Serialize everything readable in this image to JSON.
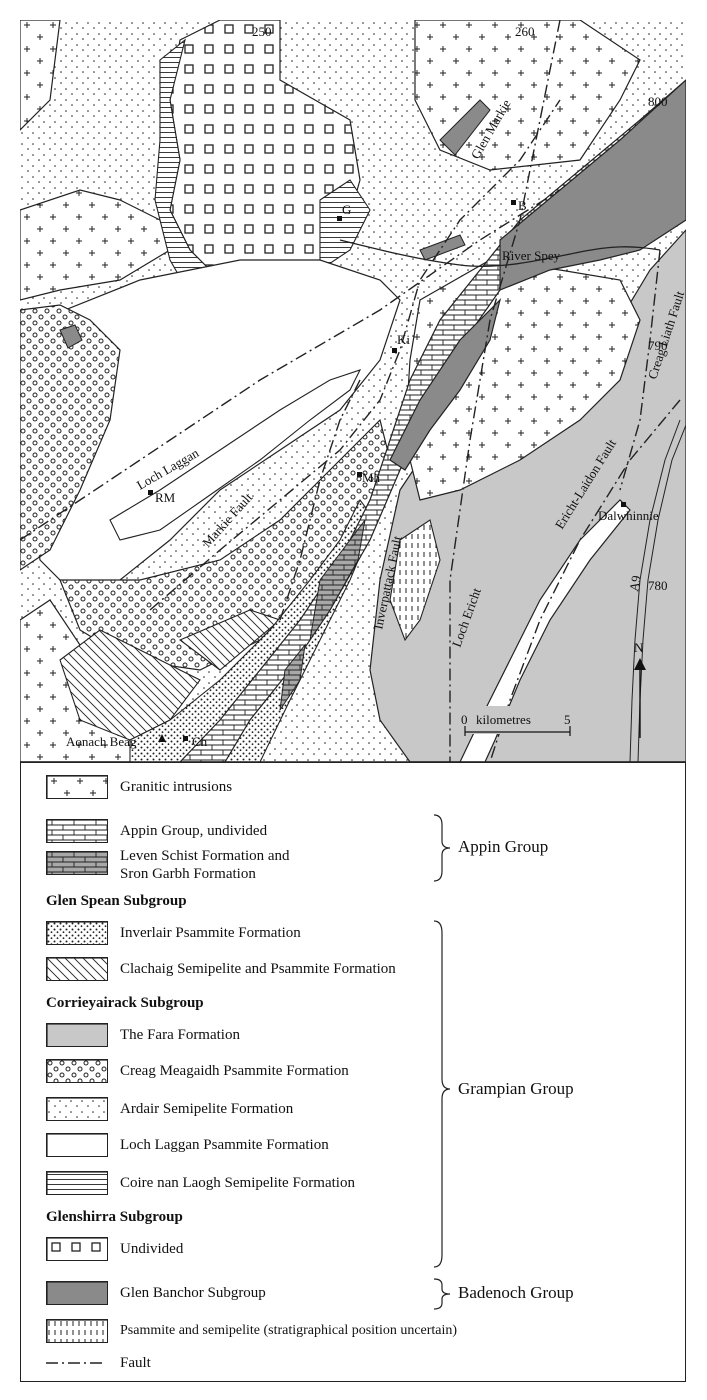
{
  "map": {
    "grid_labels": {
      "e250": "250",
      "e260": "260",
      "n800": "800",
      "n790": "790",
      "n780": "780"
    },
    "place_labels": {
      "glen_markie": "Glen Markie",
      "g": "G",
      "b": "B",
      "river_spey": "River Spey",
      "ki": "Ki",
      "creag_liath_fault": "Creag Liath Fault",
      "loch_laggan": "Loch Laggan",
      "rm": "RM",
      "markie_fault": "Markie Fault",
      "mh": "Mh",
      "inverpattack_fault": "Inverpattack Fault",
      "ericht_laidon_fault": "Ericht-Laidon Fault",
      "dalwhinnie": "Dalwhinnie",
      "loch_ericht": "Loch Ericht",
      "a9": "A9",
      "aonach_beag": "Aonach Beag",
      "ch": "Ch"
    },
    "scale_bar": {
      "start": "0",
      "label": "kilometres",
      "end": "5"
    },
    "north_arrow": "N"
  },
  "legend": {
    "items": {
      "granitic": "Granitic intrusions",
      "appin_undivided": "Appin Group, undivided",
      "leven_line1": "Leven Schist Formation and",
      "leven_line2": "Sron Garbh Formation",
      "inverlair": "Inverlair Psammite Formation",
      "clachaig": "Clachaig Semipelite and Psammite Formation",
      "fara": "The Fara Formation",
      "creag_meagaidh": "Creag Meagaidh Psammite Formation",
      "ardair": "Ardair Semipelite Formation",
      "loch_laggan": "Loch Laggan Psammite Formation",
      "coire_nan_laogh": "Coire nan Laogh Semipelite Formation",
      "undivided": "Undivided",
      "glen_banchor": "Glen Banchor Subgroup",
      "psammite_semipelite": "Psammite and semipelite (stratigraphical position uncertain)",
      "fault": "Fault"
    },
    "subgroups": {
      "glen_spean": "Glen Spean Subgroup",
      "corrieyairack": "Corrieyairack Subgroup",
      "glenshirra": "Glenshirra Subgroup"
    },
    "groups": {
      "appin": "Appin Group",
      "grampian": "Grampian Group",
      "badenoch": "Badenoch Group"
    }
  },
  "colors": {
    "fara_grey": "#c8c8c8",
    "glen_banchor_grey": "#8a8a8a",
    "leven_grey": "#a8a8a8"
  }
}
